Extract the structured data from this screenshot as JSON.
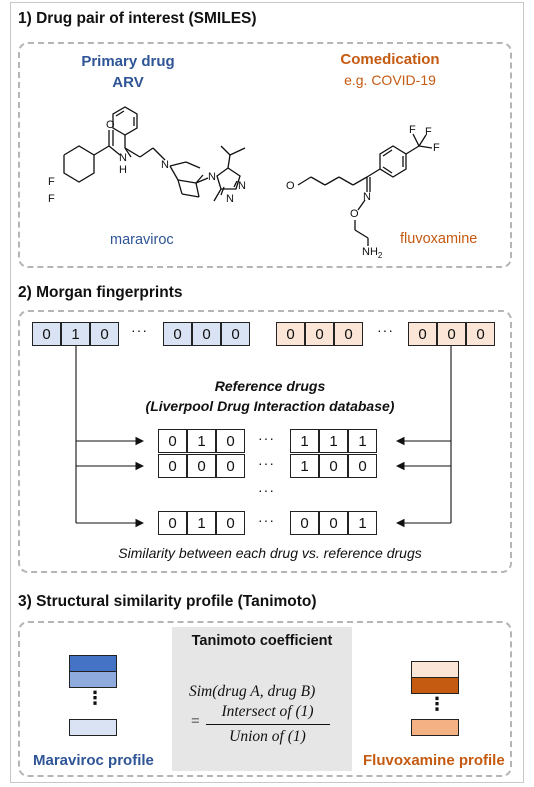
{
  "section1": {
    "title": "1) Drug pair of interest (SMILES)",
    "primary_label": "Primary drug",
    "primary_sub": "ARV",
    "comed_label": "Comedication",
    "comed_sub": "e.g. COVID-19",
    "drug_a_name": "maraviroc",
    "drug_b_name": "fluvoxamine",
    "atoms": {
      "F": "F",
      "O": "O",
      "N": "N",
      "H": "H",
      "NH2": "NH",
      "sub2": "2"
    }
  },
  "section2": {
    "title": "2) Morgan fingerprints",
    "drug_a_bits_left": [
      "0",
      "1",
      "0"
    ],
    "drug_a_bits_right": [
      "0",
      "0",
      "0"
    ],
    "drug_b_bits_left": [
      "0",
      "0",
      "0"
    ],
    "drug_b_bits_right": [
      "0",
      "0",
      "0"
    ],
    "ellipsis": "···",
    "vellipsis": "⋮",
    "ref_title_1": "Reference drugs",
    "ref_title_2": "(Liverpool Drug Interaction database)",
    "ref_rows": [
      {
        "left": [
          "0",
          "1",
          "0"
        ],
        "right": [
          "1",
          "1",
          "1"
        ]
      },
      {
        "left": [
          "0",
          "0",
          "0"
        ],
        "right": [
          "1",
          "0",
          "0"
        ]
      },
      {
        "left": [
          "0",
          "1",
          "0"
        ],
        "right": [
          "0",
          "0",
          "1"
        ]
      }
    ],
    "caption": "Similarity between each drug vs. reference drugs"
  },
  "section3": {
    "title": "3) Structural similarity profile (Tanimoto)",
    "tanimoto_title": "Tanimoto coefficient",
    "formula_lhs": "Sim(drug A, drug B)",
    "formula_eq": "=",
    "formula_num": "Intersect of (1)",
    "formula_den": "Union of (1)",
    "profile_a_label": "Maraviroc profile",
    "profile_b_label": "Fluvoxamine profile"
  },
  "colors": {
    "primary_blue": "#2f5597",
    "comed_orange": "#c55a11",
    "bit_blue": "#dae3f3",
    "bit_orange": "#fbe5d6",
    "profile_a": [
      "#4472c4",
      "#8faadc",
      "#dae3f3"
    ],
    "profile_b": [
      "#fbe5d6",
      "#c55a11",
      "#f4b183"
    ]
  }
}
